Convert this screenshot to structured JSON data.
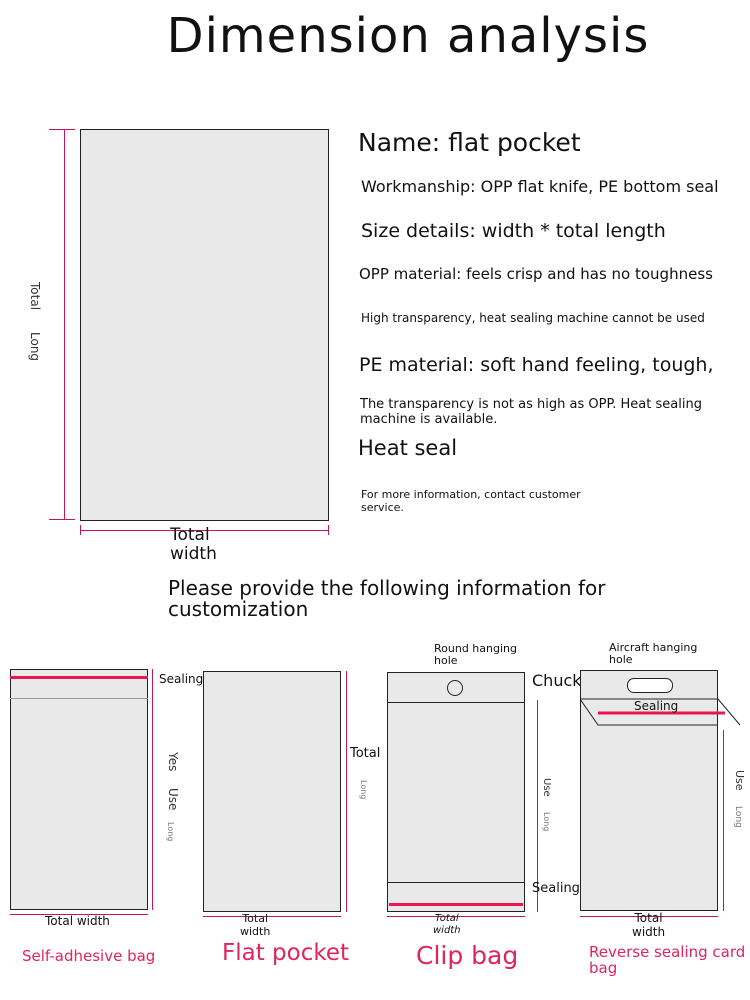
{
  "title": "Dimension analysis",
  "main_diagram": {
    "label_total": "Total",
    "label_long": "Long",
    "label_total_width": "Total\nwidth"
  },
  "info": {
    "name": "Name: flat pocket",
    "workmanship": "Workmanship: OPP flat knife, PE bottom seal",
    "size": "Size details: width * total length",
    "opp": "OPP material: feels crisp and has no toughness",
    "opp_note": "High transparency, heat sealing machine cannot be used",
    "pe": "PE material: soft hand feeling, tough,",
    "pe_note": "The transparency is not as high as OPP. Heat sealing machine is available.",
    "heat_seal": "Heat seal",
    "contact": "For more information, contact customer service."
  },
  "customization_prompt": "Please provide the following information for customization",
  "bags": {
    "self_adhesive": {
      "sealing": "Sealing",
      "yes": "Yes",
      "use": "Use",
      "long": "Long",
      "total_width": "Total width",
      "caption": "Self-adhesive bag"
    },
    "flat": {
      "total": "Total",
      "long": "Long",
      "total_width": "Total\nwidth",
      "caption": "Flat pocket"
    },
    "clip": {
      "hole": "Round hanging\nhole",
      "chuck": "Chuck",
      "use": "Use",
      "long": "Long",
      "sealing": "Sealing",
      "total_width": "Total\nwidth",
      "caption": "Clip bag"
    },
    "reverse": {
      "hole": "Aircraft hanging\nhole",
      "sealing": "Sealing",
      "use": "Use",
      "long": "Long",
      "total_width": "Total\nwidth",
      "caption": "Reverse sealing card\nbag"
    }
  },
  "colors": {
    "accent_red": "#e0245e",
    "dimension_line": "#c2185b",
    "bag_fill": "#e9e9e9"
  }
}
